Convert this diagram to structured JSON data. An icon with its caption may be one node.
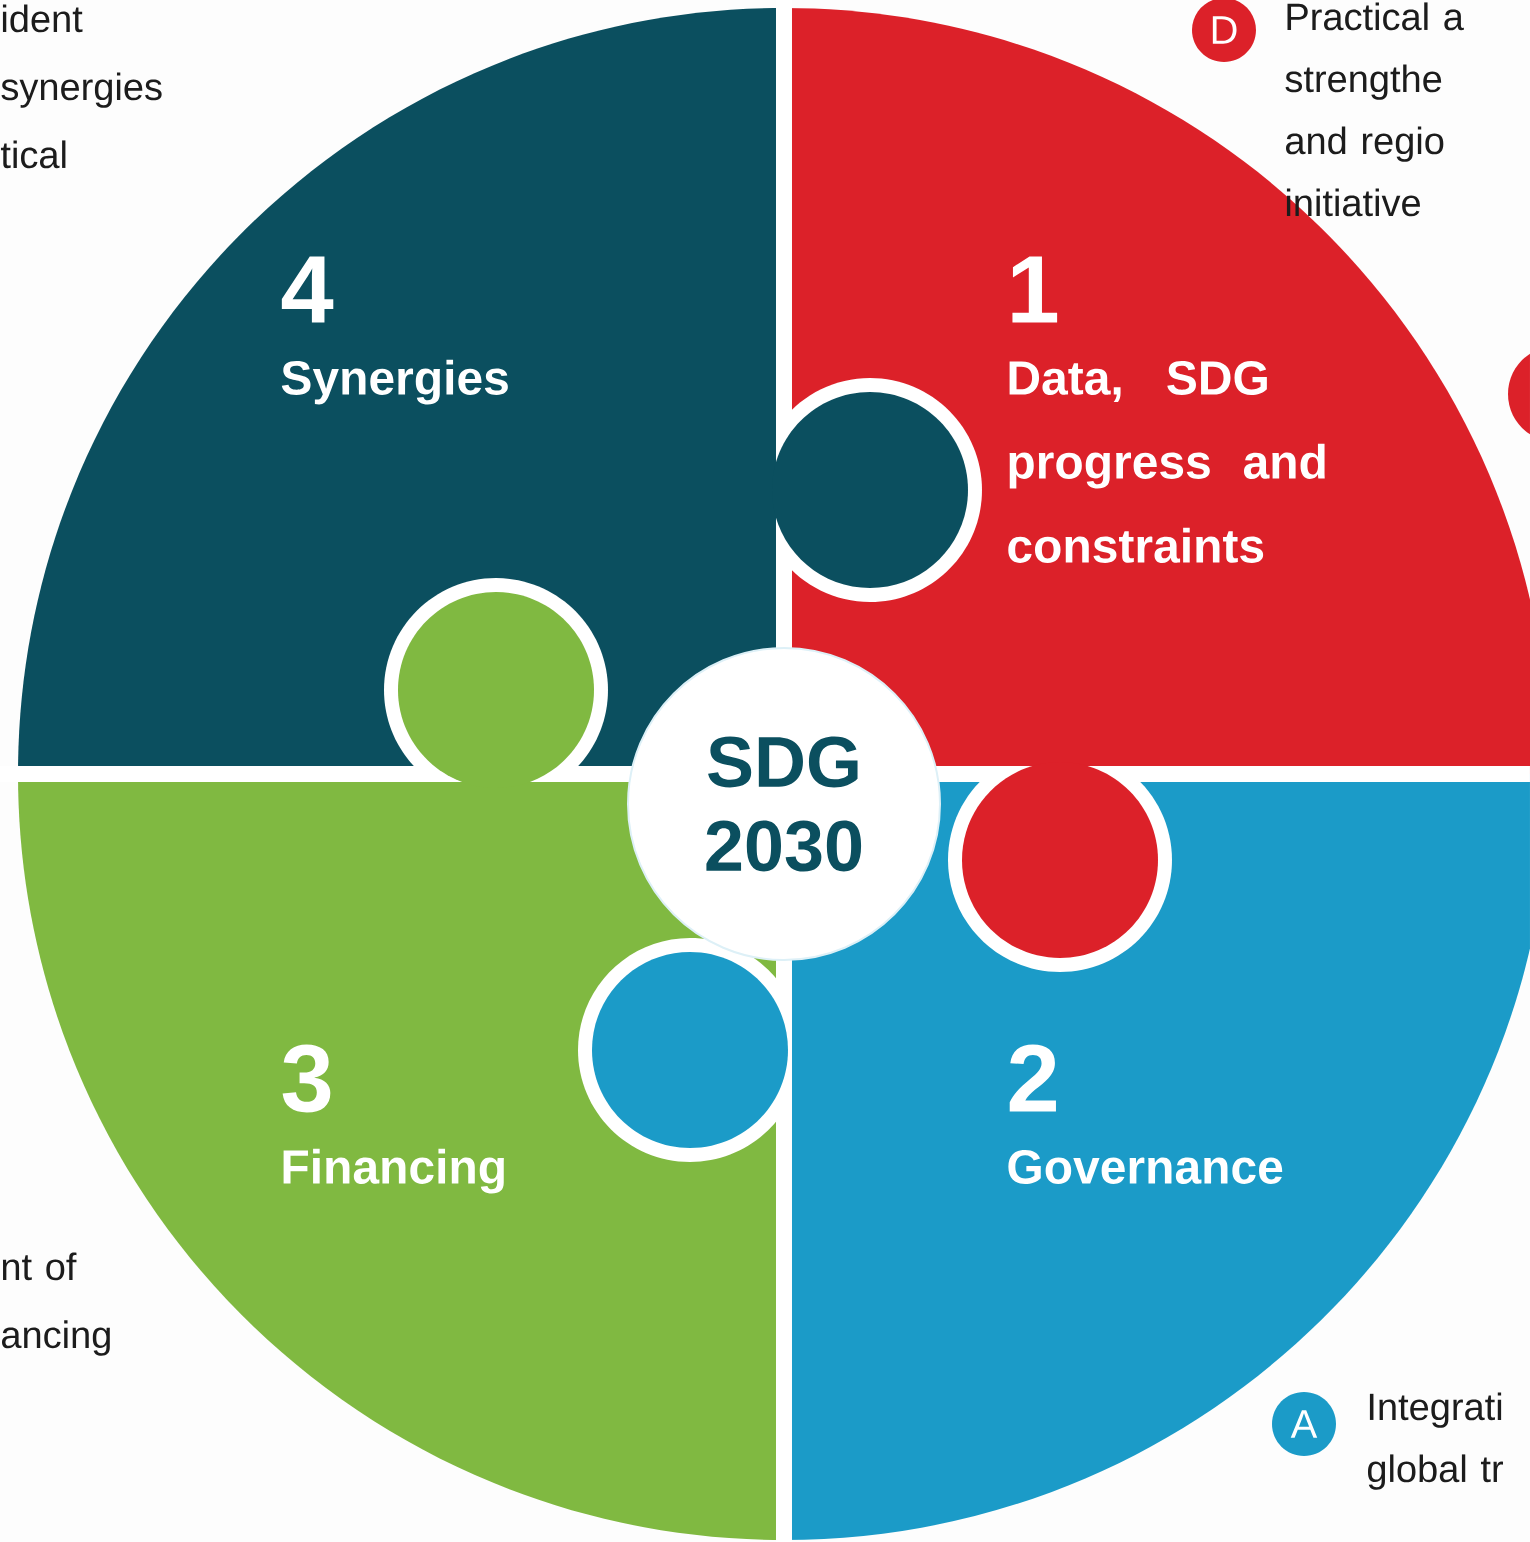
{
  "diagram": {
    "nodes": [
      {
        "text": [
          "D"
        ],
        "beside": [
          "Practical a strengthe and regio initiative"
        ]
      },
      {
        "text": [],
        "shape": "circle"
      },
      {
        "text": [
          "4",
          "Synergies"
        ]
      },
      {
        "text": [
          "1",
          "Data, SDG progress and constraints"
        ]
      },
      {
        "text": [
          "SDG 2030"
        ]
      },
      {
        "text": [
          "3",
          "Financing"
        ]
      },
      {
        "text": [
          "2",
          "Governance"
        ]
      },
      {
        "text": [
          "A"
        ],
        "beside": [
          "Integrati global tr"
        ]
      }
    ],
    "labels": [
      "ident synergies tical",
      "nt of ancing"
    ]
  }
}
